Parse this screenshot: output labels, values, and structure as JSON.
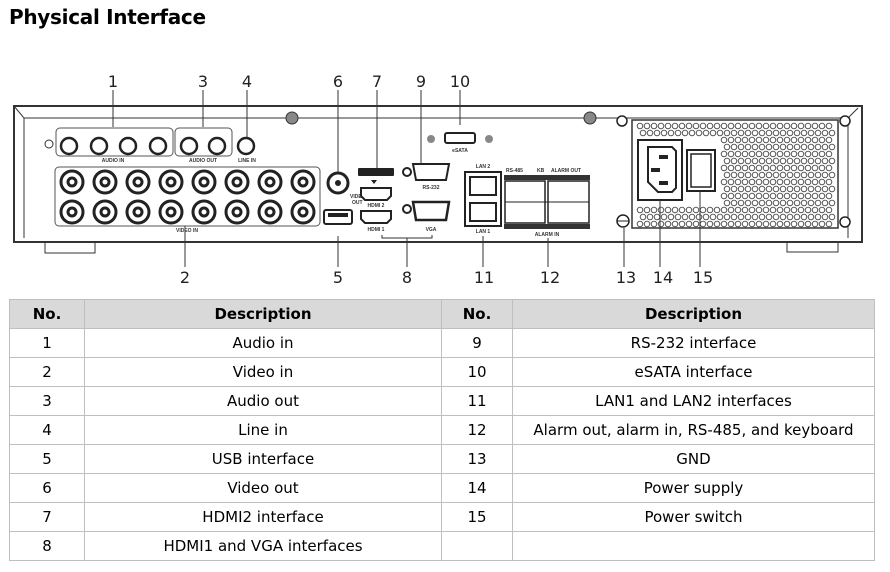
{
  "page": {
    "title": "Physical Interface"
  },
  "diagram": {
    "callouts": [
      "1",
      "2",
      "3",
      "4",
      "5",
      "6",
      "7",
      "8",
      "9",
      "10",
      "11",
      "12",
      "13",
      "14",
      "15"
    ],
    "port_labels": {
      "audio_in": "AUDIO IN",
      "audio_out": "AUDIO OUT",
      "line_in": "LINE IN",
      "video_in": "VIDEO IN",
      "video_out": "VIDEO OUT",
      "video_out_line1": "VIDEO",
      "video_out_line2": "OUT",
      "hdmi2": "HDMI 2",
      "hdmi1": "HDMI 1",
      "vga": "VGA",
      "rs232": "RS-232",
      "esata": "eSATA",
      "lan2": "LAN 2",
      "lan1": "LAN 1",
      "rs485": "RS-485",
      "kb": "KB",
      "alarm_out": "ALARM OUT",
      "alarm_in": "ALARM IN"
    }
  },
  "table": {
    "headers": [
      "No.",
      "Description",
      "No.",
      "Description"
    ],
    "rows": [
      {
        "no_left": "1",
        "desc_left": "Audio in",
        "no_right": "9",
        "desc_right": "RS-232 interface"
      },
      {
        "no_left": "2",
        "desc_left": "Video in",
        "no_right": "10",
        "desc_right": "eSATA interface"
      },
      {
        "no_left": "3",
        "desc_left": "Audio out",
        "no_right": "11",
        "desc_right": "LAN1 and LAN2 interfaces"
      },
      {
        "no_left": "4",
        "desc_left": "Line in",
        "no_right": "12",
        "desc_right": "Alarm out, alarm in, RS-485, and keyboard"
      },
      {
        "no_left": "5",
        "desc_left": "USB interface",
        "no_right": "13",
        "desc_right": "GND"
      },
      {
        "no_left": "6",
        "desc_left": "Video out",
        "no_right": "14",
        "desc_right": "Power supply"
      },
      {
        "no_left": "7",
        "desc_left": "HDMI2 interface",
        "no_right": "15",
        "desc_right": "Power switch"
      },
      {
        "no_left": "8",
        "desc_left": "HDMI1 and VGA interfaces",
        "no_right": "",
        "desc_right": ""
      }
    ]
  }
}
